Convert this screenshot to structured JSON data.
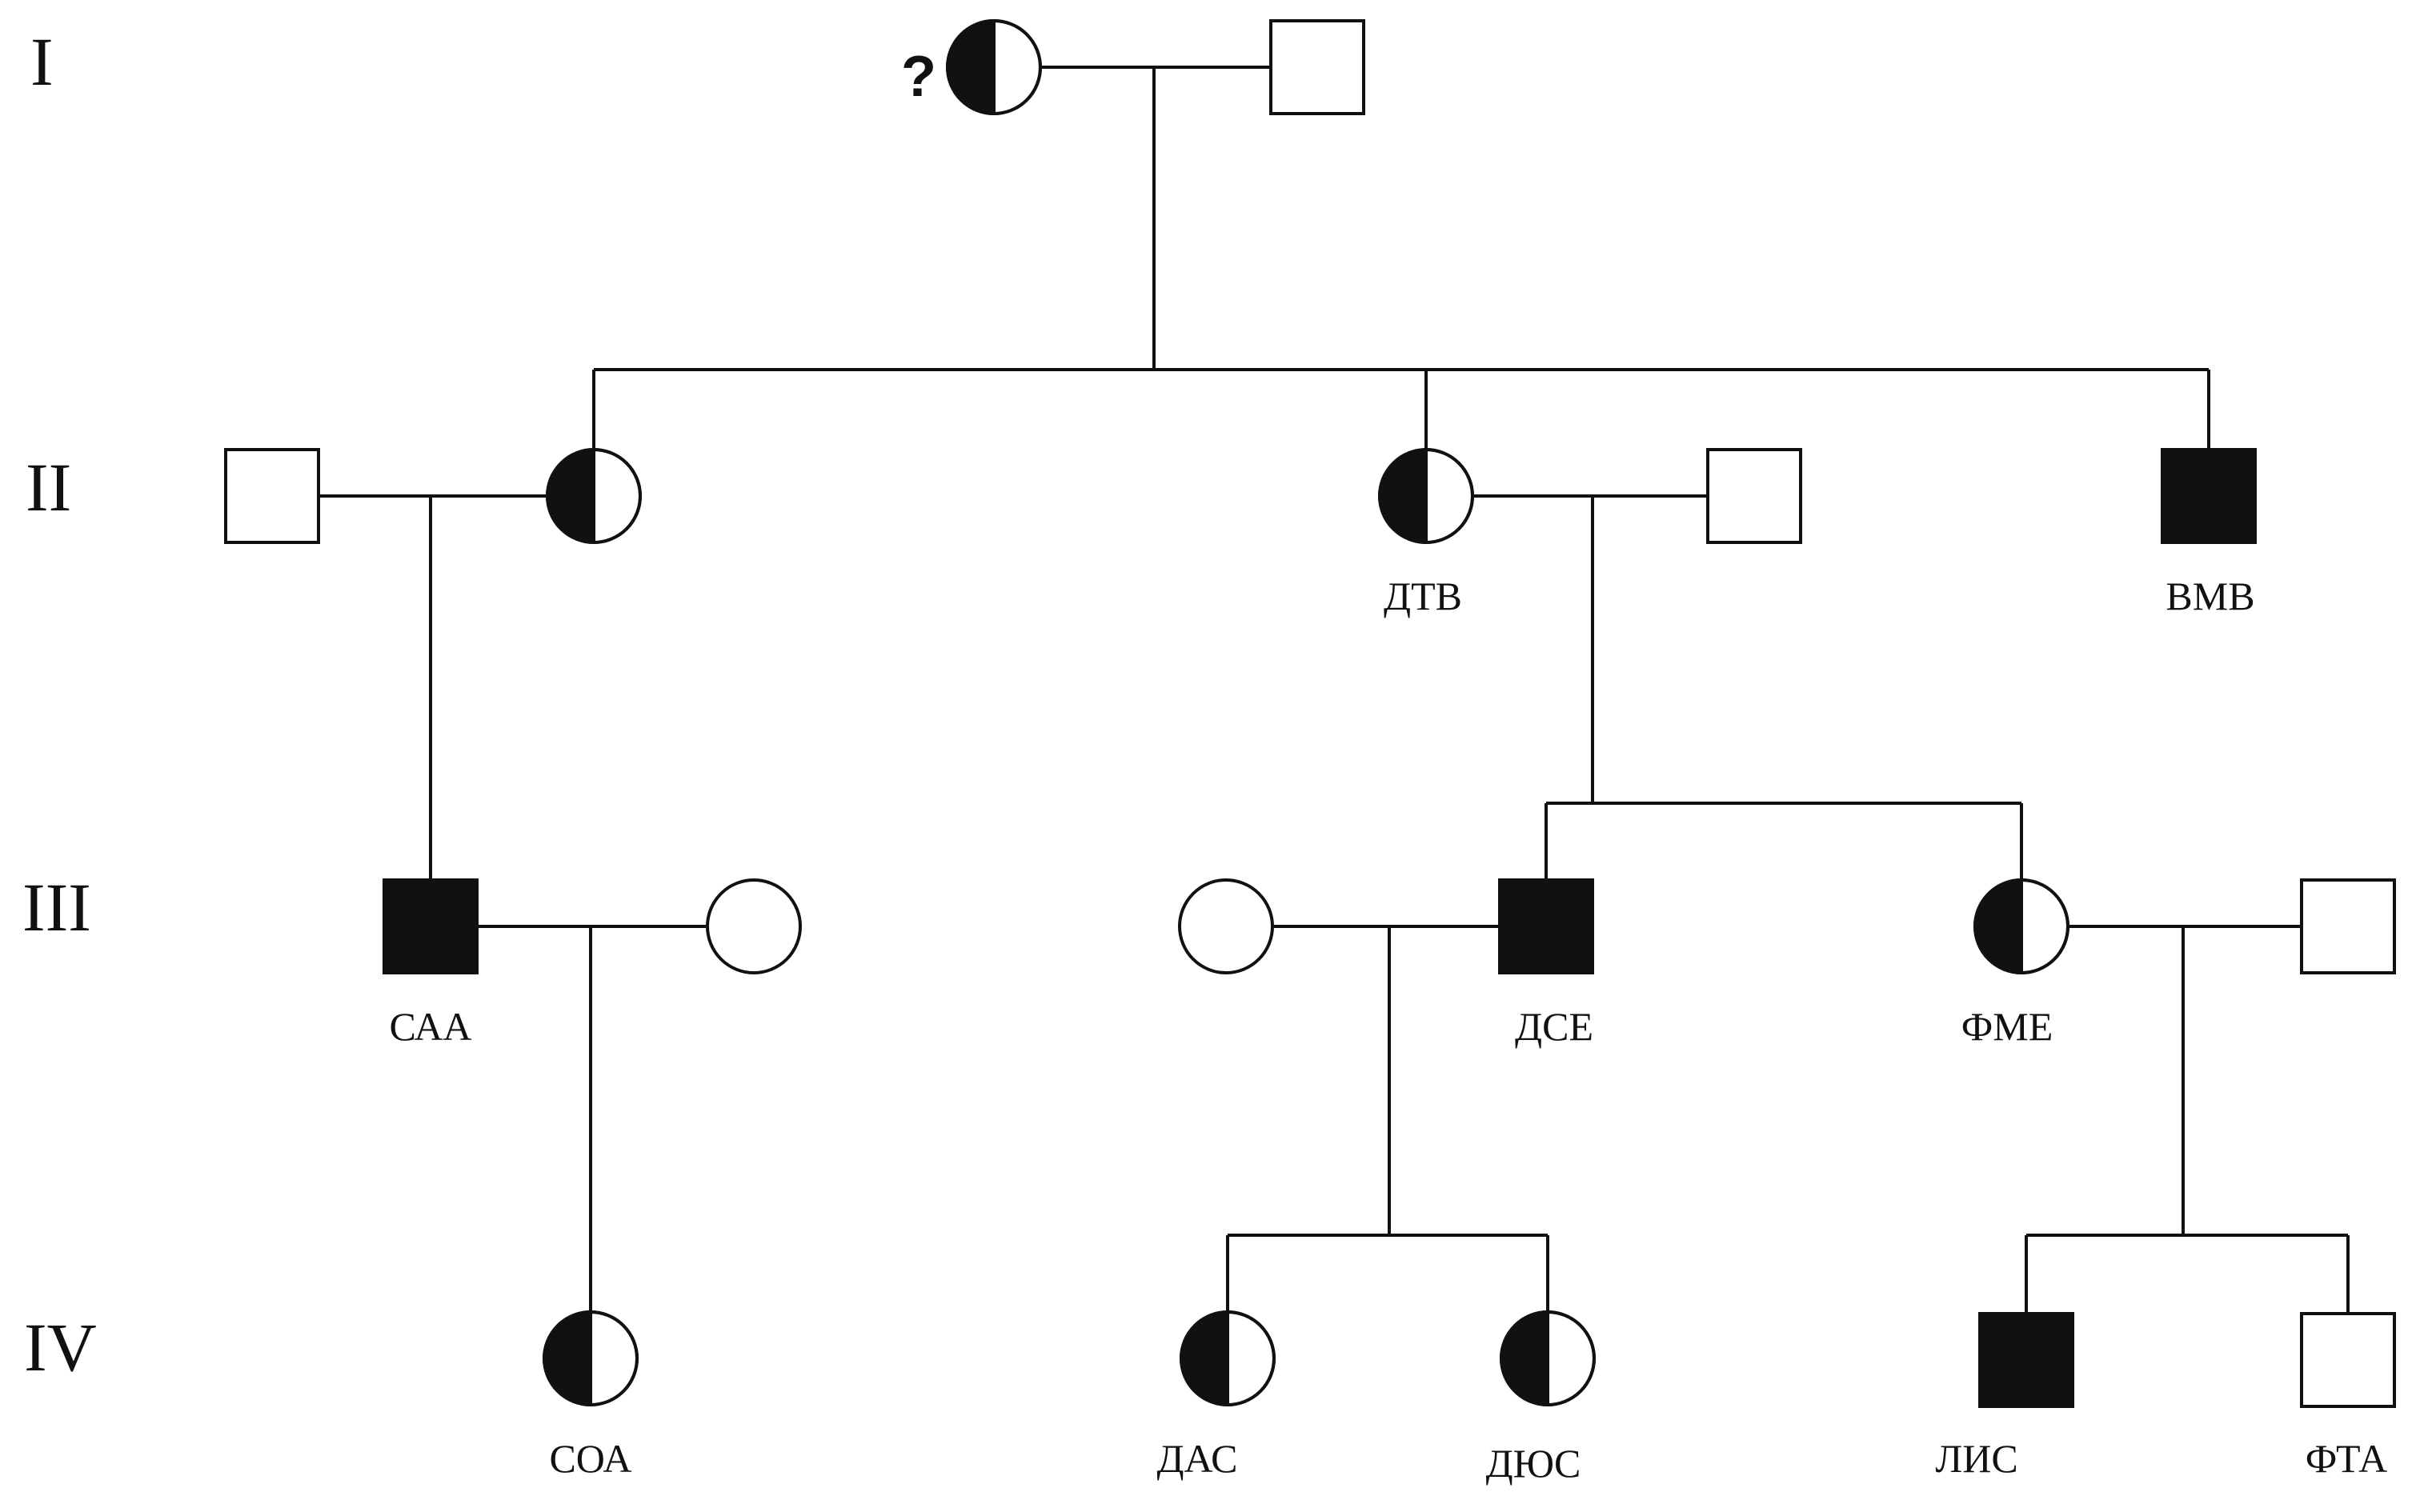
{
  "generations": [
    "I",
    "II",
    "III",
    "IV"
  ],
  "individuals": [
    {
      "id": "I-1",
      "sex": "female",
      "status": "carrier",
      "label": "",
      "note": "?"
    },
    {
      "id": "I-2",
      "sex": "male",
      "status": "unaffected",
      "label": ""
    },
    {
      "id": "II-1",
      "sex": "male",
      "status": "unaffected",
      "label": ""
    },
    {
      "id": "II-2",
      "sex": "female",
      "status": "carrier",
      "label": ""
    },
    {
      "id": "II-3",
      "sex": "female",
      "status": "carrier",
      "label": "ДТВ"
    },
    {
      "id": "II-4",
      "sex": "male",
      "status": "unaffected",
      "label": ""
    },
    {
      "id": "II-5",
      "sex": "male",
      "status": "affected",
      "label": "ВМВ"
    },
    {
      "id": "III-1",
      "sex": "male",
      "status": "affected",
      "label": "САА"
    },
    {
      "id": "III-2",
      "sex": "female",
      "status": "unaffected",
      "label": ""
    },
    {
      "id": "III-3",
      "sex": "female",
      "status": "unaffected",
      "label": ""
    },
    {
      "id": "III-4",
      "sex": "male",
      "status": "affected",
      "label": "ДСЕ"
    },
    {
      "id": "III-5",
      "sex": "female",
      "status": "carrier",
      "label": "ФМЕ"
    },
    {
      "id": "III-6",
      "sex": "male",
      "status": "unaffected",
      "label": ""
    },
    {
      "id": "IV-1",
      "sex": "female",
      "status": "carrier",
      "label": "СОА"
    },
    {
      "id": "IV-2",
      "sex": "female",
      "status": "carrier",
      "label": "ДАС"
    },
    {
      "id": "IV-3",
      "sex": "female",
      "status": "carrier",
      "label": "ДЮС"
    },
    {
      "id": "IV-4",
      "sex": "male",
      "status": "affected",
      "label": "ЛИС"
    },
    {
      "id": "IV-5",
      "sex": "male",
      "status": "unaffected",
      "label": "ФТА"
    }
  ],
  "couples": [
    {
      "partners": [
        "I-1",
        "I-2"
      ],
      "children": [
        "II-2",
        "II-3",
        "II-5"
      ]
    },
    {
      "partners": [
        "II-1",
        "II-2"
      ],
      "children": [
        "III-1"
      ]
    },
    {
      "partners": [
        "II-3",
        "II-4"
      ],
      "children": [
        "III-4",
        "III-5"
      ]
    },
    {
      "partners": [
        "III-1",
        "III-2"
      ],
      "children": [
        "IV-1"
      ]
    },
    {
      "partners": [
        "III-3",
        "III-4"
      ],
      "children": [
        "IV-2",
        "IV-3"
      ]
    },
    {
      "partners": [
        "III-5",
        "III-6"
      ],
      "children": [
        "IV-4",
        "IV-5"
      ]
    }
  ],
  "colors": {
    "ink": "#111111",
    "paper": "#ffffff"
  }
}
